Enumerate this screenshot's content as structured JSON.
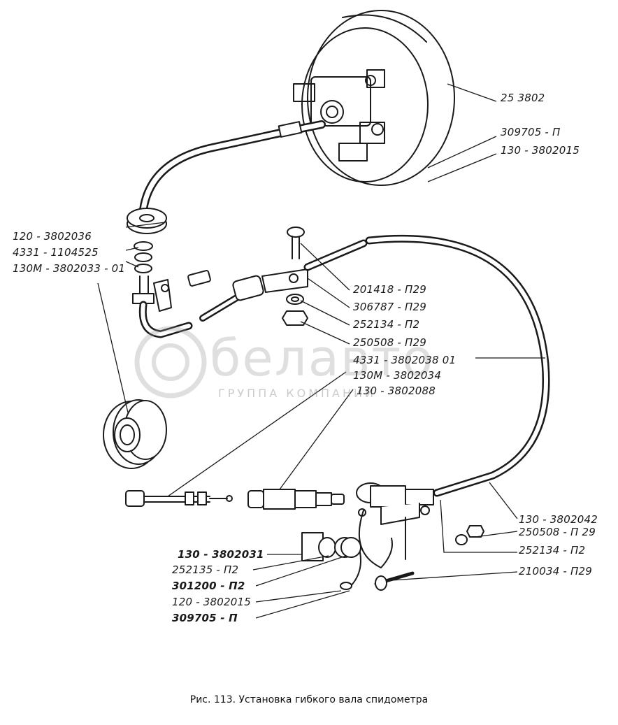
{
  "watermark": {
    "name": "белавто",
    "subtitle": "ГРУППА КОМПАНИЙ"
  },
  "labels": {
    "l_25_3802": "25 3802",
    "l_309705_p_top": "309705 - П",
    "l_130_3802015": "130 - 3802015",
    "l_120_3802036": "120 - 3802036",
    "l_4331_1104525": "4331 - 1104525",
    "l_130m_3802033_01": "130М - 3802033 - 01",
    "l_201418_p29": "201418 - П29",
    "l_306787_p29": "306787 - П29",
    "l_252134_p2_upper": "252134 - П2",
    "l_250508_p29_upper": "250508 - П29",
    "l_4331_3802038_01": "4331 - 3802038   01",
    "l_130m_3802034": "130М - 3802034",
    "l_130_3802088": "130 - 3802088",
    "l_130_3802042": "130 - 3802042",
    "l_250508_p29_lower": "250508 - П 29",
    "l_252134_p2_lower": "252134 - П2",
    "l_210034_p29": "210034 - П29",
    "l_130_3802031": "130 - 3802031",
    "l_252135_p2": "252135 - П2",
    "l_301200_p2": "301200 - П2",
    "l_120_3802015": "120 - 3802015",
    "l_309705_p_bottom": "309705 - П"
  },
  "caption": "Рис. 113. Установка гибкого вала спидометра"
}
